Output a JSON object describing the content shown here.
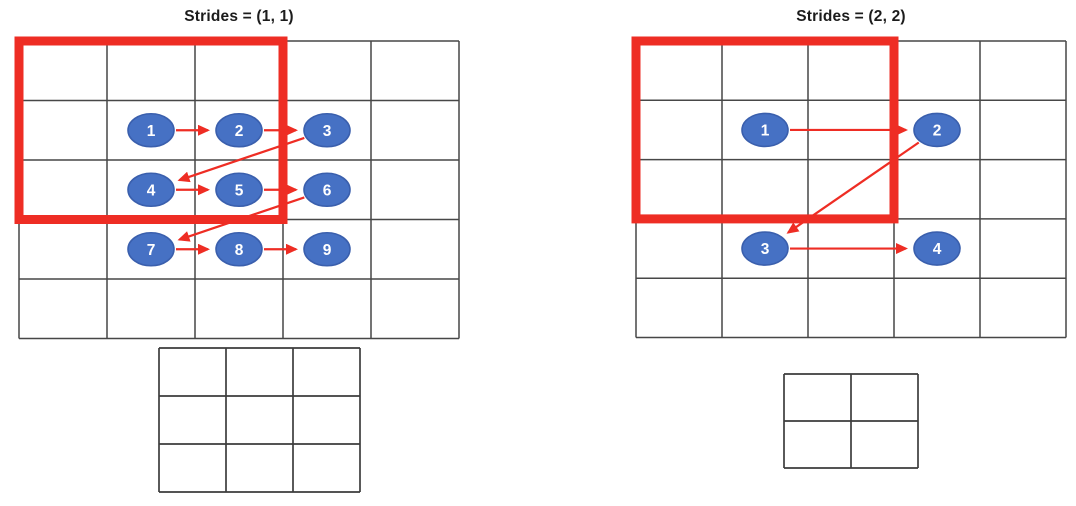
{
  "colors": {
    "kernel_red": "#ee2d24",
    "arrow_red": "#ee2d24",
    "node_fill": "#4671c4",
    "node_border": "#3a5fad",
    "node_text": "#ffffff",
    "grid_line": "#474747",
    "output_grid_line": "#3d3d3d",
    "title_text": "#1c1c1c"
  },
  "diagrams": [
    {
      "title": "Strides = (1, 1)",
      "stride": [
        1,
        1
      ],
      "input_grid": {
        "rows": 5,
        "cols": 5
      },
      "kernel_window": {
        "rows": 3,
        "cols": 3,
        "anchor": "top-left"
      },
      "nodes": [
        {
          "label": "1",
          "row": 1,
          "col": 1
        },
        {
          "label": "2",
          "row": 1,
          "col": 2
        },
        {
          "label": "3",
          "row": 1,
          "col": 3
        },
        {
          "label": "4",
          "row": 2,
          "col": 1
        },
        {
          "label": "5",
          "row": 2,
          "col": 2
        },
        {
          "label": "6",
          "row": 2,
          "col": 3
        },
        {
          "label": "7",
          "row": 3,
          "col": 1
        },
        {
          "label": "8",
          "row": 3,
          "col": 2
        },
        {
          "label": "9",
          "row": 3,
          "col": 3
        }
      ],
      "arrows": [
        [
          0,
          1
        ],
        [
          1,
          2
        ],
        [
          2,
          3
        ],
        [
          3,
          4
        ],
        [
          4,
          5
        ],
        [
          5,
          6
        ],
        [
          6,
          7
        ],
        [
          7,
          8
        ]
      ],
      "output_grid": {
        "rows": 3,
        "cols": 3
      }
    },
    {
      "title": "Strides = (2, 2)",
      "stride": [
        2,
        2
      ],
      "input_grid": {
        "rows": 5,
        "cols": 5
      },
      "kernel_window": {
        "rows": 3,
        "cols": 3,
        "anchor": "top-left"
      },
      "nodes": [
        {
          "label": "1",
          "row": 1,
          "col": 1
        },
        {
          "label": "2",
          "row": 1,
          "col": 3
        },
        {
          "label": "3",
          "row": 3,
          "col": 1
        },
        {
          "label": "4",
          "row": 3,
          "col": 3
        }
      ],
      "arrows": [
        [
          0,
          1
        ],
        [
          1,
          2
        ],
        [
          2,
          3
        ]
      ],
      "output_grid": {
        "rows": 2,
        "cols": 2
      }
    }
  ]
}
